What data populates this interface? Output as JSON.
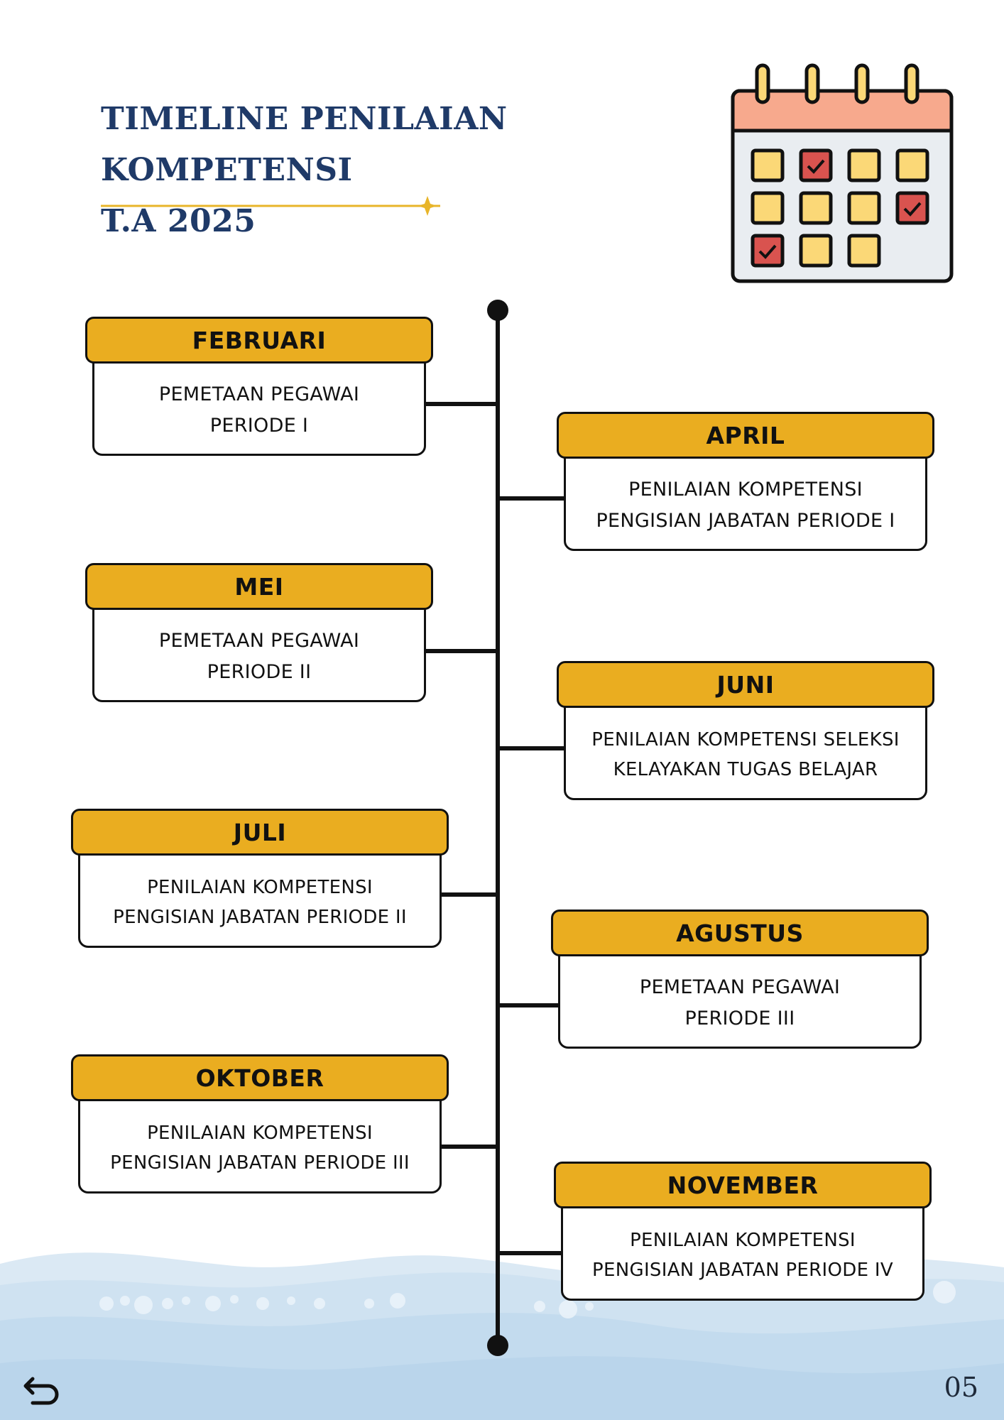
{
  "header": {
    "title_line1": "TIMELINE PENILAIAN KOMPETENSI",
    "title_line2": "T.A 2025"
  },
  "timeline": [
    {
      "month": "FEBRUARI",
      "line1": "PEMETAAN PEGAWAI",
      "line2": "PERIODE I"
    },
    {
      "month": "APRIL",
      "line1": "PENILAIAN KOMPETENSI",
      "line2": "PENGISIAN JABATAN PERIODE I"
    },
    {
      "month": "MEI",
      "line1": "PEMETAAN PEGAWAI",
      "line2": "PERIODE II"
    },
    {
      "month": "JUNI",
      "line1": "PENILAIAN KOMPETENSI SELEKSI",
      "line2": "KELAYAKAN TUGAS BELAJAR"
    },
    {
      "month": "JULI",
      "line1": "PENILAIAN KOMPETENSI",
      "line2": "PENGISIAN JABATAN PERIODE II"
    },
    {
      "month": "AGUSTUS",
      "line1": "PEMETAAN PEGAWAI",
      "line2": "PERIODE III"
    },
    {
      "month": "OKTOBER",
      "line1": "PENILAIAN KOMPETENSI",
      "line2": "PENGISIAN JABATAN PERIODE III"
    },
    {
      "month": "NOVEMBER",
      "line1": "PENILAIAN KOMPETENSI",
      "line2": "PENGISIAN JABATAN PERIODE IV"
    }
  ],
  "footer": {
    "page_number": "05",
    "back_icon": "back-arrow-icon"
  },
  "colors": {
    "title": "#1f3a68",
    "month_header": "#eaad20",
    "accent_line": "#e8b52a",
    "calendar_top": "#f7a98d",
    "calendar_cell": "#fbd877",
    "calendar_checked": "#d9534f",
    "water": "#cfe3f1"
  },
  "calendar": {
    "checked_cells": [
      1,
      7,
      8
    ]
  }
}
